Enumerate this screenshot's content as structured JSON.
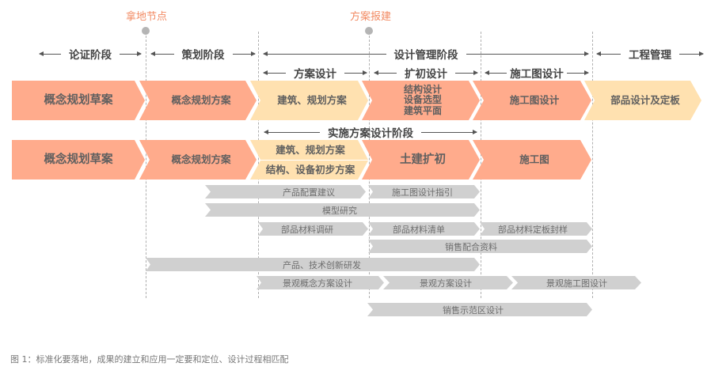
{
  "milestones": [
    {
      "label": "拿地节点"
    },
    {
      "label": "方案报建"
    }
  ],
  "phases_top": {
    "lunzheng": "论证阶段",
    "cehua": "策划阶段",
    "sheji_guanli": "设计管理阶段",
    "gongcheng": "工程管理"
  },
  "phases_sub": {
    "fangan": "方案设计",
    "kuochu": "扩初设计",
    "shigongtu": "施工图设计"
  },
  "phase_impl": "实施方案设计阶段",
  "row1": [
    {
      "label": "概念规划草案",
      "color": "#ffab8c"
    },
    {
      "label": "概念规划方案",
      "color": "#ffab8c"
    },
    {
      "label": "建筑、规划方案",
      "color": "#ffe1b0"
    },
    {
      "label": "结构设计\n设备选型\n建筑平面",
      "lines": [
        "结构设计",
        "设备选型",
        "建筑平面"
      ],
      "color": "#ffab8c"
    },
    {
      "label": "施工图设计",
      "color": "#ffab8c"
    },
    {
      "label": "部品设计及定板",
      "color": "#ffe1b0"
    }
  ],
  "row2": [
    {
      "label": "概念规划草案",
      "color": "#ffab8c"
    },
    {
      "label": "概念规划方案",
      "color": "#ffab8c"
    },
    {
      "label": "建筑、规划方案",
      "color": "#ffe1b0"
    },
    {
      "label": "结构、设备初步方案",
      "color": "#ffe1b0"
    },
    {
      "label": "土建扩初",
      "color": "#ffab8c"
    },
    {
      "label": "施工图",
      "color": "#ffab8c"
    }
  ],
  "tasks": [
    {
      "label": "产品配置建议"
    },
    {
      "label": "施工图设计指引"
    },
    {
      "label": "模型研究"
    },
    {
      "label": "部品材料调研"
    },
    {
      "label": "部品材料清单"
    },
    {
      "label": "部品材料定板封样"
    },
    {
      "label": "销售配合资料"
    },
    {
      "label": "产品、技术创新研发"
    },
    {
      "label": "景观概念方案设计"
    },
    {
      "label": "景观方案设计"
    },
    {
      "label": "景观施工图设计"
    },
    {
      "label": "销售示范区设计"
    }
  ],
  "colors": {
    "salmon": "#ffab8c",
    "cream": "#ffe1b0",
    "gray_bar": "#d0d0d0",
    "milestone_text": "#f28a62"
  },
  "caption": "图 1：标准化要落地，成果的建立和应用一定要和定位、设计过程相匹配"
}
